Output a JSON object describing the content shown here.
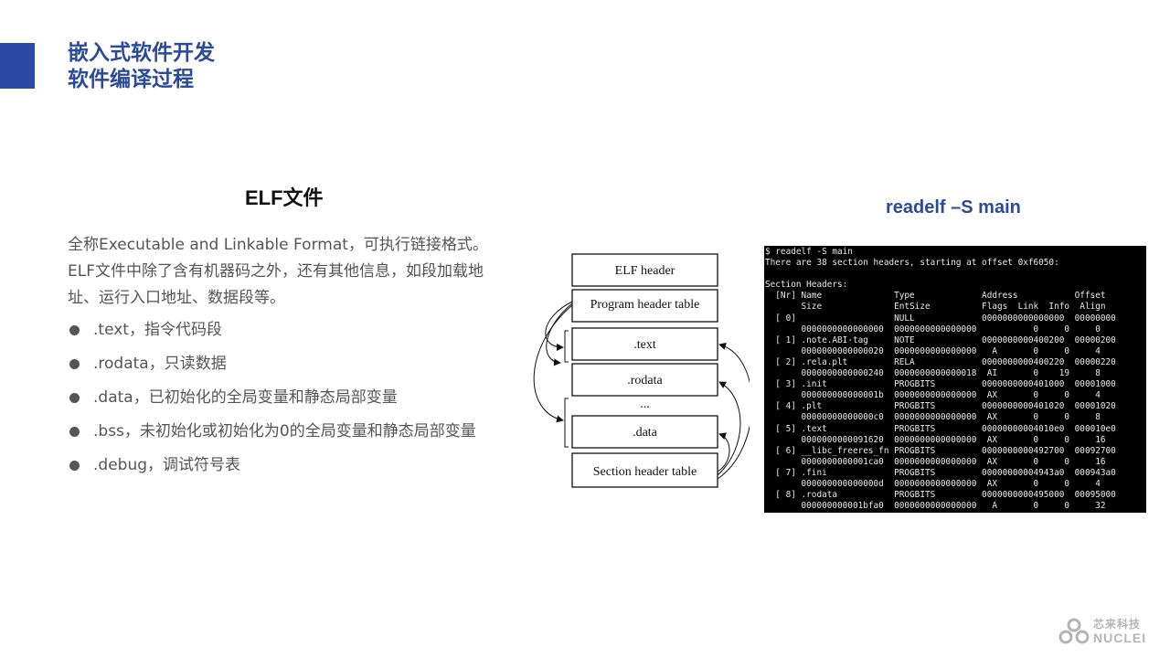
{
  "header": {
    "title_line1": "嵌入式软件开发",
    "title_line2": "软件编译过程"
  },
  "left": {
    "heading": "ELF文件",
    "intro_line1": "全称Executable and Linkable Format，可执行链接格式。",
    "intro_line2": "ELF文件中除了含有机器码之外，还有其他信息，如段加载地",
    "intro_line3": "址、运行入口地址、数据段等。",
    "bullets": [
      ".text，指令代码段",
      ".rodata，只读数据",
      ".data，已初始化的全局变量和静态局部变量",
      ".bss，未初始化或初始化为0的全局变量和静态局部变量",
      ".debug，调试符号表"
    ]
  },
  "diagram": {
    "segments": [
      "ELF header",
      "Program header table",
      ".text",
      ".rodata",
      "...",
      ".data",
      "Section header table"
    ]
  },
  "right": {
    "heading": "readelf –S main",
    "terminal_lines": [
      "$ readelf -S main",
      "There are 38 section headers, starting at offset 0xf6050:",
      "",
      "Section Headers:",
      "  [Nr] Name              Type             Address           Offset",
      "       Size              EntSize          Flags  Link  Info  Align",
      "  [ 0]                   NULL             0000000000000000  00000000",
      "       0000000000000000  0000000000000000           0     0     0",
      "  [ 1] .note.ABI-tag     NOTE             0000000000400200  00000200",
      "       0000000000000020  0000000000000000   A       0     0     4",
      "  [ 2] .rela.plt         RELA             0000000000400220  00000220",
      "       0000000000000240  0000000000000018  AI       0    19     8",
      "  [ 3] .init             PROGBITS         0000000000401000  00001000",
      "       000000000000001b  0000000000000000  AX       0     0     4",
      "  [ 4] .plt              PROGBITS         0000000000401020  00001020",
      "       00000000000000c0  0000000000000000  AX       0     0     8",
      "  [ 5] .text             PROGBITS         00000000004010e0  000010e0",
      "       0000000000091620  0000000000000000  AX       0     0     16",
      "  [ 6] __libc_freeres_fn PROGBITS         0000000000492700  00092700",
      "       0000000000001ca0  0000000000000000  AX       0     0     16",
      "  [ 7] .fini             PROGBITS         00000000004943a0  000943a0",
      "       000000000000000d  0000000000000000  AX       0     0     4",
      "  [ 8] .rodata           PROGBITS         0000000000495000  00095000",
      "       000000000001bfa0  0000000000000000   A       0     0     32"
    ]
  },
  "logo": {
    "cn": "芯来科技",
    "en": "NUCLEI"
  }
}
